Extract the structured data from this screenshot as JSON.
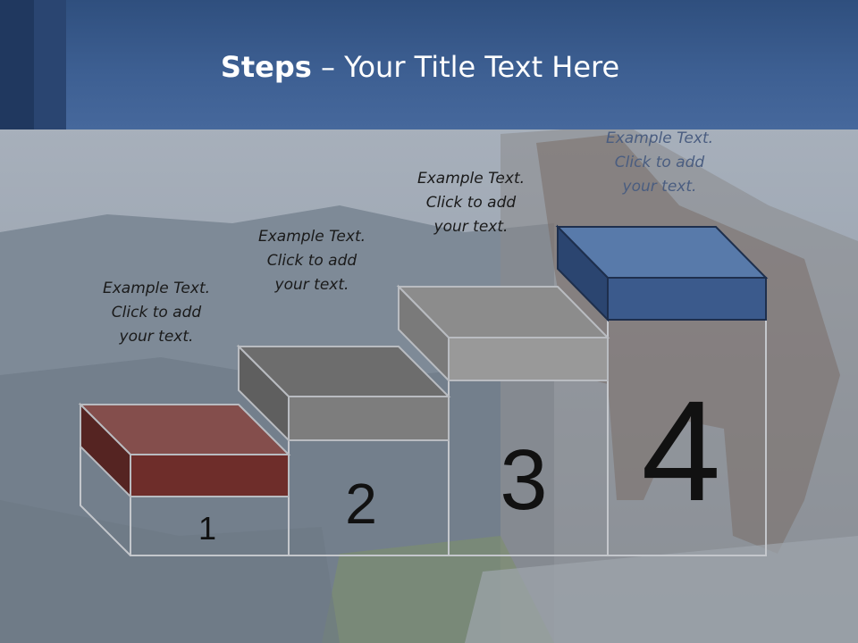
{
  "slide": {
    "title_bold": "Steps",
    "title_rest": " – Your Title Text Here"
  },
  "steps": [
    {
      "number": "1",
      "caption": [
        "Example Text.",
        "Click  to add",
        "your text."
      ],
      "color": "#6e2d2a"
    },
    {
      "number": "2",
      "caption": [
        "Example Text.",
        "Click  to add",
        "your text."
      ],
      "color": "#7d7d7d"
    },
    {
      "number": "3",
      "caption": [
        "Example Text.",
        "Click  to add",
        "your text."
      ],
      "color": "#8e8e8e"
    },
    {
      "number": "4",
      "caption": [
        "Example Text.",
        "Click  to add",
        "your text."
      ],
      "color": "#3b5a8c"
    }
  ],
  "colors": {
    "header": "#3d5f92",
    "step1_top": "#844e4c",
    "step2_top": "#6d6d6d",
    "step3_top": "#8c8c8c",
    "step4_top": "#587aaa"
  }
}
